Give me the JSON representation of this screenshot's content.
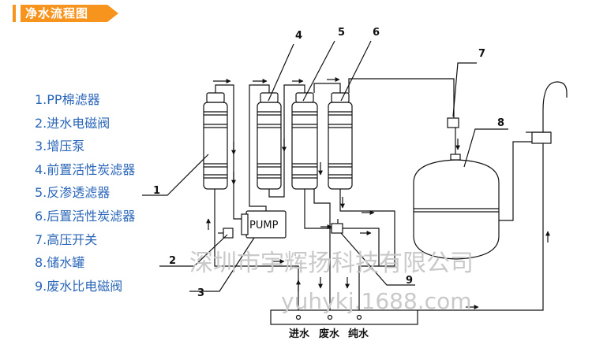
{
  "header": {
    "title": "净水流程图",
    "accent": "#f7941d"
  },
  "legend": {
    "items": [
      "1.PP棉滤器",
      "2.进水电磁阀",
      "3.增压泵",
      "4.前置活性炭滤器",
      "5.反渗透滤器",
      "6.后置活性炭滤器",
      "7.高压开关",
      "8.储水罐",
      "9.废水比电磁阀"
    ],
    "color": "#2a66b8"
  },
  "diagram": {
    "pump_label": "PUMP",
    "callouts": [
      "1",
      "2",
      "3",
      "4",
      "5",
      "6",
      "7",
      "8",
      "9"
    ],
    "ports": {
      "inlet": "进水",
      "waste": "废水",
      "pure": "纯水"
    }
  },
  "watermark": {
    "company": "深圳市宇辉扬科技有限公司",
    "site": "yuhykj.1688.com"
  }
}
